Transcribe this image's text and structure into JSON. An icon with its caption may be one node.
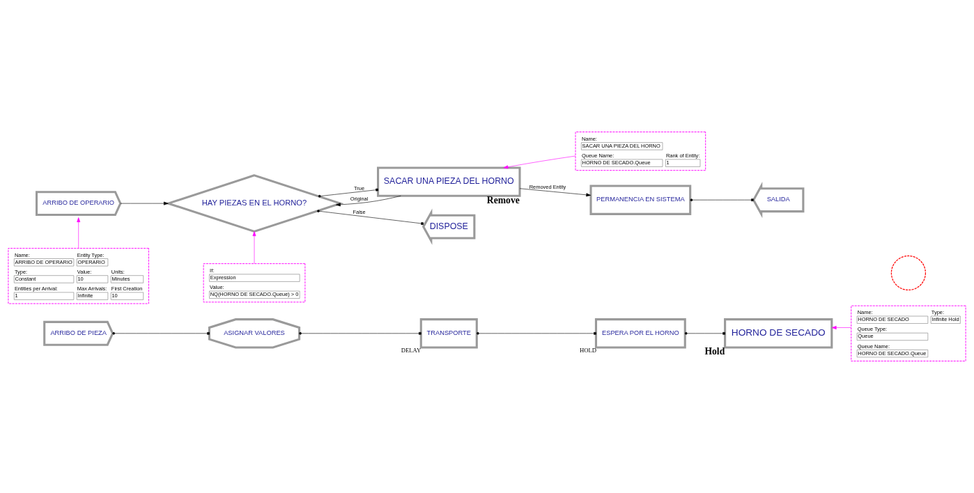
{
  "diagram": {
    "nodes": [
      {
        "text": [
          "ARRIBO DE PIEZA"
        ]
      },
      {
        "text": [
          "ASIGNAR VALORES"
        ]
      },
      {
        "text": [
          "TRANSPORTE"
        ],
        "beside": [
          "DELAY"
        ]
      },
      {
        "text": [
          "ESPERA POR EL HORNO"
        ],
        "beside": [
          "HOLD"
        ]
      },
      {
        "text": [
          "HORNO DE SECADO"
        ],
        "beside": [
          "Hold"
        ]
      },
      {
        "text": [
          "Name:",
          "HORNO DE SECADO",
          "Type:",
          "Infinite Hold",
          "Queue Type:",
          "Queue",
          "Queue Name:",
          "HORNO DE SECADO.Queue"
        ]
      },
      {
        "text": [
          "ARRIBO DE OPERARIO"
        ]
      },
      {
        "text": [
          "HAY PIEZAS EN EL HORNO?"
        ]
      },
      {
        "text": [
          "SACAR UNA PIEZA DEL HORNO"
        ],
        "beside": [
          "Remove"
        ]
      },
      {
        "text": [
          "Name:",
          "SACAR UNA PIEZA DEL HORNO",
          "Queue Name:",
          "HORNO DE SECADO.Queue",
          "Rank of Entity:",
          "1"
        ]
      },
      {
        "text": [
          "PERMANENCIA EN SISTEMA"
        ]
      },
      {
        "text": [
          "SALIDA"
        ]
      },
      {
        "text": [
          "DISPOSE"
        ]
      },
      {
        "text": [
          "Name:",
          "ARRIBO DE OPERARIO",
          "Entity Type:",
          "OPERARIO",
          "Type:",
          "Constant",
          "Value:",
          "10",
          "Units:",
          "Minutes",
          "Entities per Arrival:",
          "1",
          "Max Arrivals:",
          "Infinite",
          "First Creation",
          "10"
        ]
      },
      {
        "text": [
          "If:",
          "Expression",
          "Value:",
          "NQ(HORNO DE SECADO.Queue) > 0"
        ]
      },
      {
        "text": [],
        "shape": "circle"
      }
    ],
    "edges": [
      {
        "from": 0,
        "to": 1,
        "arrow": "other"
      },
      {
        "from": 1,
        "to": 2,
        "arrow": "other"
      },
      {
        "from": 2,
        "to": 3,
        "arrow": "other"
      },
      {
        "from": 3,
        "to": 4,
        "arrow": "other"
      },
      {
        "from": 5,
        "to": 4,
        "arrow": "to",
        "color": "#ff00ff"
      },
      {
        "from": 6,
        "to": 7,
        "arrow": "to"
      },
      {
        "from": 7,
        "to": 8,
        "arrow": "other",
        "label": "True"
      },
      {
        "from": 8,
        "to": 7,
        "arrow": "to",
        "label": "Original"
      },
      {
        "from": 8,
        "to": 10,
        "arrow": "to",
        "label": "Removed Entity"
      },
      {
        "from": 10,
        "to": 11,
        "arrow": "other"
      },
      {
        "from": 7,
        "to": 12,
        "arrow": "other",
        "label": "False"
      },
      {
        "from": 9,
        "to": 8,
        "arrow": "to",
        "color": "#ff00ff"
      },
      {
        "from": 13,
        "to": 6,
        "arrow": "to",
        "color": "#ff00ff"
      },
      {
        "from": 14,
        "to": 7,
        "arrow": "to",
        "color": "#ff00ff"
      }
    ]
  }
}
